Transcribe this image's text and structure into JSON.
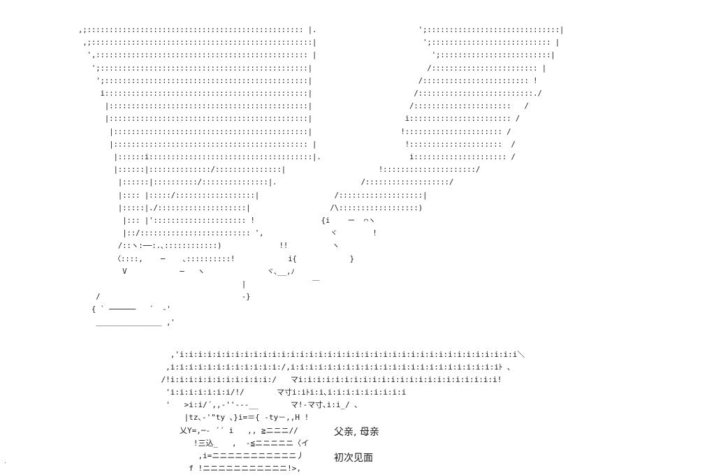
{
  "art": {
    "legs": ",;::::::::::::::::::::::::::::::::::::::::::::::::: |.                       ';::::::::::::::::::::::::::::::|\n ,;::::::::::::::::::::::::::::::::::::::::::::::::::|                        ';::::::::::::::::::::::::::: |\n  ',:::::::::::::::::::::::::::::::::::::::::::::::: |                          ';:::::::::::::::::::::::::|\n   ';:::::::::::::::::::::::::::::::::::::::::::::::|                          /:::::::::::::::::::::::: |\n    ';::::::::::::::::::::::::::::::::::::::::::::::|                        /:::::::::::::::::::::::: !\n     i::::::::::::::::::::::::::::::::::::::::::::::|                       /::::::::::::::::::::::::::./\n      |:::::::::::::::::::::::::::::::::::::::::::::|                      /::::::::::::::::::::::   /\n      |:::::::::::::::::::::::::::::::::::::::::::::|                     i::::::::::::::::::::::: /\n       |::::::::::::::::::::::::::::::::::::::::::::|                    !:::::::::::::::::::::: /\n       |:::::::::::::::::::::::::::::::::::::::::::: |                    !:::::::::::::::::::::  /\n        |::::::i:::::::::::::::::::::::::::::::::::::|.                    i::::::::::::::::::::: /\n        |::::::|::::::::::::::/:::::::::::::::|                     !:::::::::::::::::::::/\n         |::::::|::::::::::/:::::::::::::::|.                   /:::::::::::::::::::/\n         |:::: |:::::/::::::::::::::::::|                 /:::::::::::::::::::|\n         |:::::|./::::::::::::::::::::|                  /\\::::::::::::::::::)\n          |::: |'::::::::::::::::::::: !               {i    ー  ⌒ヽ\n          |::/::::::::::::::::::::::::: ',               ヾ        !\n         /::ヽ:──:.､::::::::::::)             !!          ヽ\n        〈::::,    ─    ､::::::::::!            i{            }\n          V            ─   ヽ              ヾ､__,ﾉ\n                                     |               ￣\n    /                                -}\n   { ` ──────   ´  -'\n    ＿＿＿＿＿＿＿＿＿ ,'",
    "face": "      ,'i:i:i:i:i:i:i:i:i:i:i:i:i:i:i:i:i:i:i:i:i:i:i:i:i:i:i:i:i:i:i:i:i:i:i:i:i＼\n     ,i:i:i:i:i:i:i:i:i:i:i:i:/,i:i:i:i:i:i:i:i:i:i:i:i:i:i:i:i:i:i:i:i:i:i:iﾄ ､\n    /!i:i:i:i:i:i:i:i:i:i:i:/   マi:i:i:i:i:i:i:i:i:i:i:i:i:i:i:i:i:i:i:i:i:i!\n     'i:i:i:i:i:i:i/!/       マ寸i:iﾄi:i､i:i:i:i:i:i:i:i:i\n     '   >i:i/´,,-''-‐-__       マ!‐マ寸､i:i_/ ､\n         |tz､‐'\"ty ､}i=＝{ ‐ty－,,H !\n        乂Y=,─‐ ´´ i   ,, ≧ニニニ//\n           !三込_   ,  ‐≦ニニニニニ〈イ\n            ,i=ニニニニニニニニニニニ丿\n          f !ニニニニニニニニニニニ!>,"
  },
  "caption": {
    "line1": "父亲, 母亲",
    "line2": "初次见面"
  },
  "marks": {
    "corner_dot": "."
  },
  "colors": {
    "ink": "#1a1a1a",
    "background": "#ffffff"
  }
}
